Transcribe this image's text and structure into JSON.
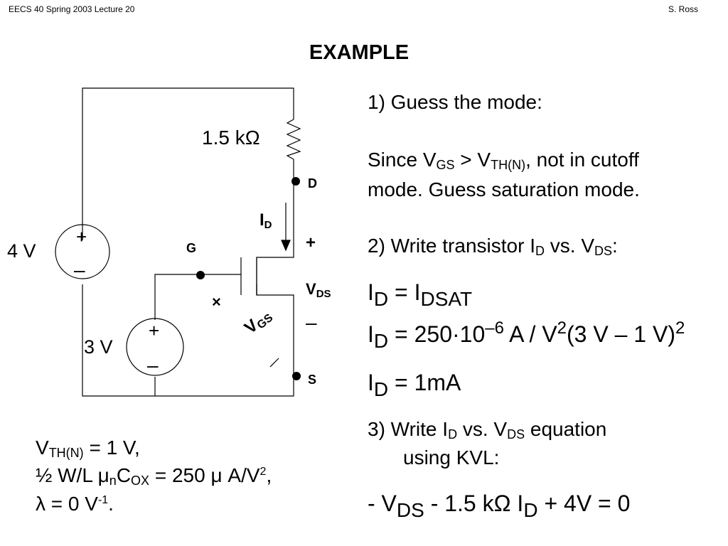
{
  "header": {
    "left": "EECS 40 Spring 2003  Lecture 20",
    "right": "S. Ross"
  },
  "title": "EXAMPLE",
  "circuit": {
    "resistor_label": "1.5 kΩ",
    "source_4v": "4 V",
    "source_3v": "3 V",
    "plus": "+",
    "minus": "–",
    "node_d": "D",
    "node_g": "G",
    "node_s": "S",
    "id_main": "I",
    "id_sub": "D",
    "vds_main": "V",
    "vds_sub": "DS",
    "vgs_main": "V",
    "vgs_sub": "GS",
    "vgs_plus": "+",
    "vgs_minus": "–"
  },
  "params": {
    "line1_a": "V",
    "line1_sub": "TH(N)",
    "line1_b": " = 1 V,",
    "line2_a": "½ W/L ",
    "line2_mu": "μ",
    "line2_n": "n",
    "line2_c": "C",
    "line2_ox": "OX",
    "line2_b": " = 250 ",
    "line2_mu2": "μ",
    "line2_c2": " A/V",
    "line2_sup": "2",
    "line2_end": ",",
    "line3_a": "λ = 0 V",
    "line3_sup": "-1",
    "line3_end": "."
  },
  "steps": {
    "s1_title": "1)  Guess the mode:",
    "s1_p1_a": "Since V",
    "s1_p1_sub1": "GS",
    "s1_p1_b": " > V",
    "s1_p1_sub2": "TH(N)",
    "s1_p1_c": ", not in cutoff",
    "s1_p2": "mode.  Guess saturation mode.",
    "s2_a": "2)  Write transistor I",
    "s2_sub1": "D",
    "s2_b": " vs. V",
    "s2_sub2": "DS",
    "s2_c": ":",
    "eq1": {
      "a": "I",
      "sub": "D",
      "b": " = I",
      "sub2": "DSAT"
    },
    "eq2": {
      "a": "I",
      "sub": "D",
      "b": " = 250·10",
      "sup1": "–6",
      "c": " A / V",
      "sup2": "2",
      "d": "(3 V – 1 V)",
      "sup3": "2"
    },
    "eq3": {
      "a": "I",
      "sub": "D",
      "b": " = 1mA"
    },
    "s3_a": "3)  Write I",
    "s3_sub1": "D",
    "s3_b": " vs. V",
    "s3_sub2": "DS",
    "s3_c": " equation",
    "s3_line2": "using KVL:",
    "eq4": {
      "a": "- V",
      "sub": "DS",
      "b": " - 1.5 kΩ I",
      "sub2": "D",
      "c": " + 4V = 0"
    }
  }
}
